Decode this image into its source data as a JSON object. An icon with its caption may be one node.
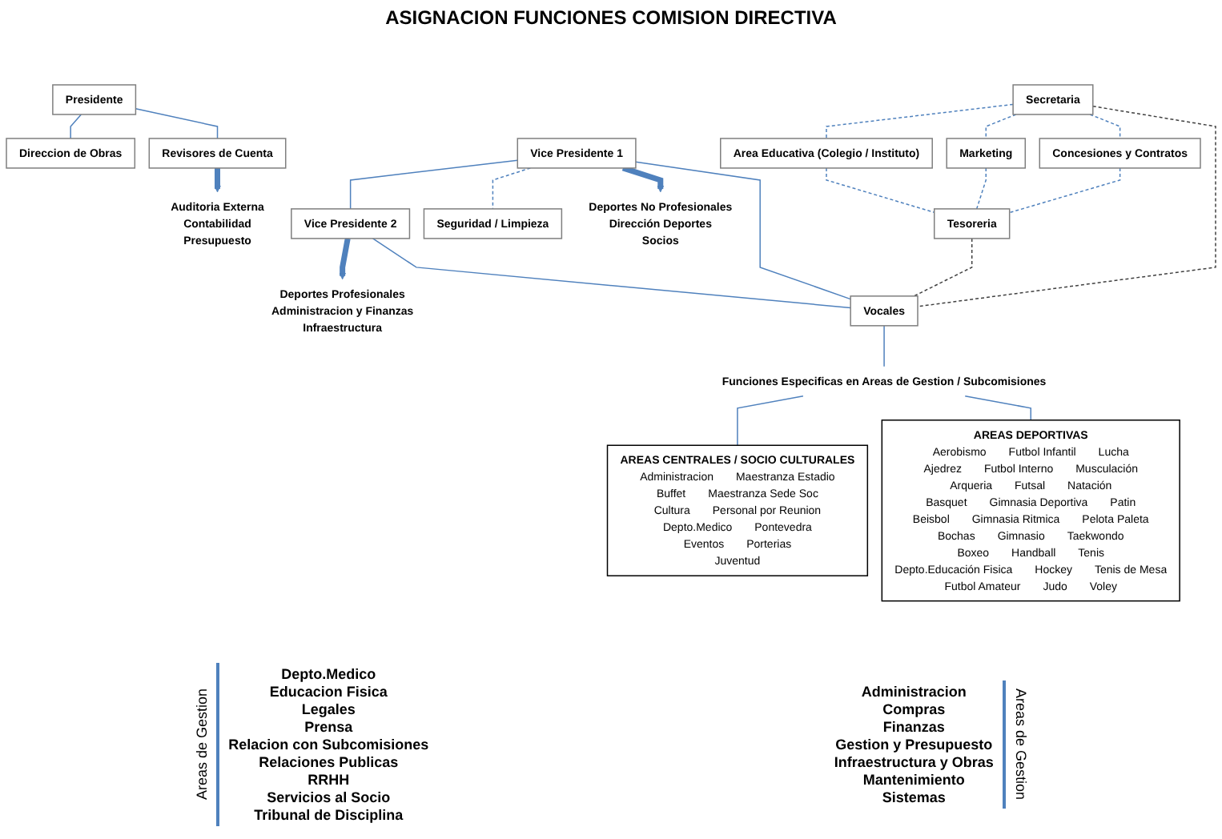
{
  "diagram": {
    "title": "ASIGNACION FUNCIONES COMISION DIRECTIVA",
    "nodes": [
      {
        "text": [
          "Direccion de Obras"
        ]
      },
      {
        "text": [
          "Presidente"
        ]
      },
      {
        "text": [
          "Revisores de Cuenta"
        ]
      },
      {
        "text": [
          "Vice Presidente 1"
        ]
      },
      {
        "text": [
          "Seguridad / Limpieza"
        ]
      },
      {
        "text": [
          "Vice Presidente 2"
        ]
      },
      {
        "text": [
          "Deportes No Profesionales",
          "Dirección Deportes",
          "Socios"
        ]
      },
      {
        "text": [
          "Deportes Profesionales",
          "Administracion y Finanzas",
          "Infraestructura"
        ]
      },
      {
        "text": [
          "Auditoria Externa",
          "Contabilidad",
          "Presupuesto"
        ]
      },
      {
        "text": [
          "Secretaria"
        ]
      },
      {
        "text": [
          "Area Educativa (Colegio / Instituto)"
        ]
      },
      {
        "text": [
          "Tesoreria"
        ]
      },
      {
        "text": [
          "Marketing"
        ]
      },
      {
        "text": [
          "Vocales"
        ]
      },
      {
        "text": [
          "Concesiones y Contratos"
        ]
      },
      {
        "text": [
          "Funciones Especificas en Areas de Gestion / Subcomisiones"
        ]
      },
      {
        "text": [
          "AREAS CENTRALES / SOCIO CULTURALES",
          "Administracion",
          "Maestranza Estadio",
          "Buffet",
          "Maestranza Sede Soc",
          "Cultura",
          "Personal por Reunion",
          "Depto.Medico",
          "Pontevedra",
          "Eventos",
          "Porterias",
          "Juventud"
        ]
      },
      {
        "text": [
          "AREAS DEPORTIVAS",
          "Aerobismo",
          "Futbol Infantil",
          "Lucha",
          "Ajedrez",
          "Futbol Interno",
          "Musculación",
          "Arqueria",
          "Futsal",
          "Natación",
          "Basquet",
          "Gimnasia Deportiva",
          "Patin",
          "Beisbol",
          "Gimnasia Ritmica",
          "Pelota Paleta",
          "Bochas",
          "Gimnasio",
          "Taekwondo",
          "Boxeo",
          "Handball",
          "Tenis",
          "Depto.Educación Fisica",
          "Hockey",
          "Tenis de Mesa",
          "Futbol Amateur",
          "Judo",
          "Voley"
        ]
      }
    ],
    "edges": [
      {
        "from": 1,
        "to": 0,
        "arrow": "none"
      },
      {
        "from": 1,
        "to": 2,
        "arrow": "none"
      },
      {
        "from": 3,
        "to": 5,
        "arrow": "none"
      },
      {
        "from": 3,
        "to": 4,
        "arrow": "none",
        "style": "dashed"
      },
      {
        "from": 3,
        "to": 6,
        "arrow": "to",
        "style": "thick"
      },
      {
        "from": 5,
        "to": 7,
        "arrow": "to",
        "style": "thick"
      },
      {
        "from": 2,
        "to": 8,
        "arrow": "to",
        "style": "thick"
      },
      {
        "from": 3,
        "to": 13,
        "arrow": "none"
      },
      {
        "from": 5,
        "to": 13,
        "arrow": "none"
      },
      {
        "from": 9,
        "to": 10,
        "arrow": "none",
        "style": "dashed"
      },
      {
        "from": 9,
        "to": 12,
        "arrow": "none",
        "style": "dashed"
      },
      {
        "from": 9,
        "to": 14,
        "arrow": "none",
        "style": "dashed"
      },
      {
        "from": 9,
        "to": 13,
        "arrow": "none",
        "style": "dashed",
        "color": "#404040"
      },
      {
        "from": 11,
        "to": 13,
        "arrow": "none",
        "style": "dashed",
        "color": "#404040"
      },
      {
        "from": 10,
        "to": 11,
        "arrow": "none",
        "style": "dashed"
      },
      {
        "from": 12,
        "to": 11,
        "arrow": "none",
        "style": "dashed"
      },
      {
        "from": 14,
        "to": 11,
        "arrow": "none",
        "style": "dashed"
      },
      {
        "from": 13,
        "to": 15,
        "arrow": "none"
      },
      {
        "from": 15,
        "to": 16,
        "arrow": "none"
      },
      {
        "from": 15,
        "to": 17,
        "arrow": "none"
      }
    ],
    "labels": [
      "Areas de Gestion",
      "Depto.Medico",
      "Educacion Fisica",
      "Legales",
      "Prensa",
      "Relacion con Subcomisiones",
      "Relaciones Publicas",
      "RRHH",
      "Servicios al Socio",
      "Tribunal de Disciplina",
      "Administracion",
      "Compras",
      "Finanzas",
      "Gestion y Presupuesto",
      "Infraestructura y Obras",
      "Mantenimiento",
      "Sistemas",
      "Areas de Gestion"
    ]
  }
}
